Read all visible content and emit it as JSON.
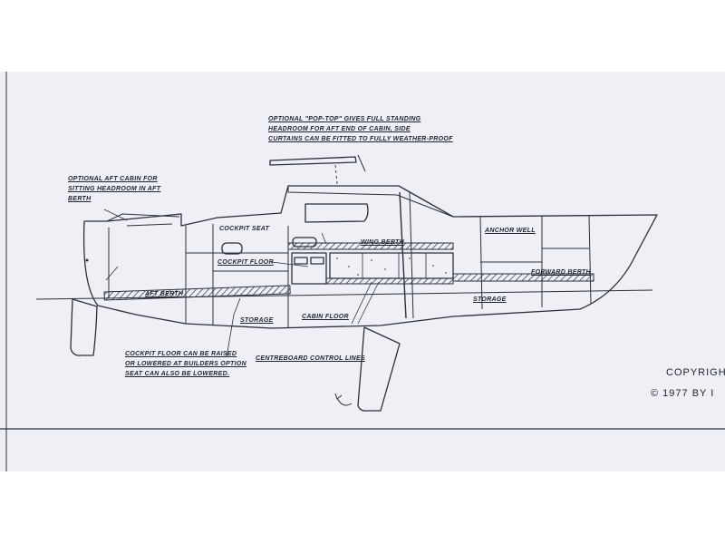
{
  "notes": {
    "pop_top": [
      "OPTIONAL \"POP-TOP\" GIVES FULL STANDING",
      "HEADROOM FOR AFT END OF CABIN, SIDE",
      "CURTAINS CAN BE FITTED TO FULLY WEATHER-PROOF"
    ],
    "aft_cabin": [
      "OPTIONAL AFT CABIN FOR",
      "SITTING HEADROOM IN AFT",
      "BERTH"
    ],
    "cockpit_floor_note": [
      "COCKPIT FLOOR CAN BE RAISED",
      "OR LOWERED AT BUILDERS OPTION",
      "SEAT CAN ALSO BE LOWERED."
    ]
  },
  "labels": {
    "cockpit_seat": "COCKPIT SEAT",
    "cockpit_floor": "COCKPIT FLOOR",
    "aft_berth": "AFT BERTH",
    "storage_aft": "STORAGE",
    "cabin_floor": "CABIN FLOOR",
    "wing_berth": "WING BERTH",
    "anchor_well": "ANCHOR WELL",
    "forward_berth": "FORWARD BERTH",
    "storage_fwd": "STORAGE",
    "centreboard": "CENTREBOARD CONTROL LINES"
  },
  "copyright": {
    "line1": "COPYRIGHT",
    "line2": "© 1977 BY I"
  },
  "colors": {
    "paper": "#eef0f6",
    "ink": "#1e2430"
  }
}
